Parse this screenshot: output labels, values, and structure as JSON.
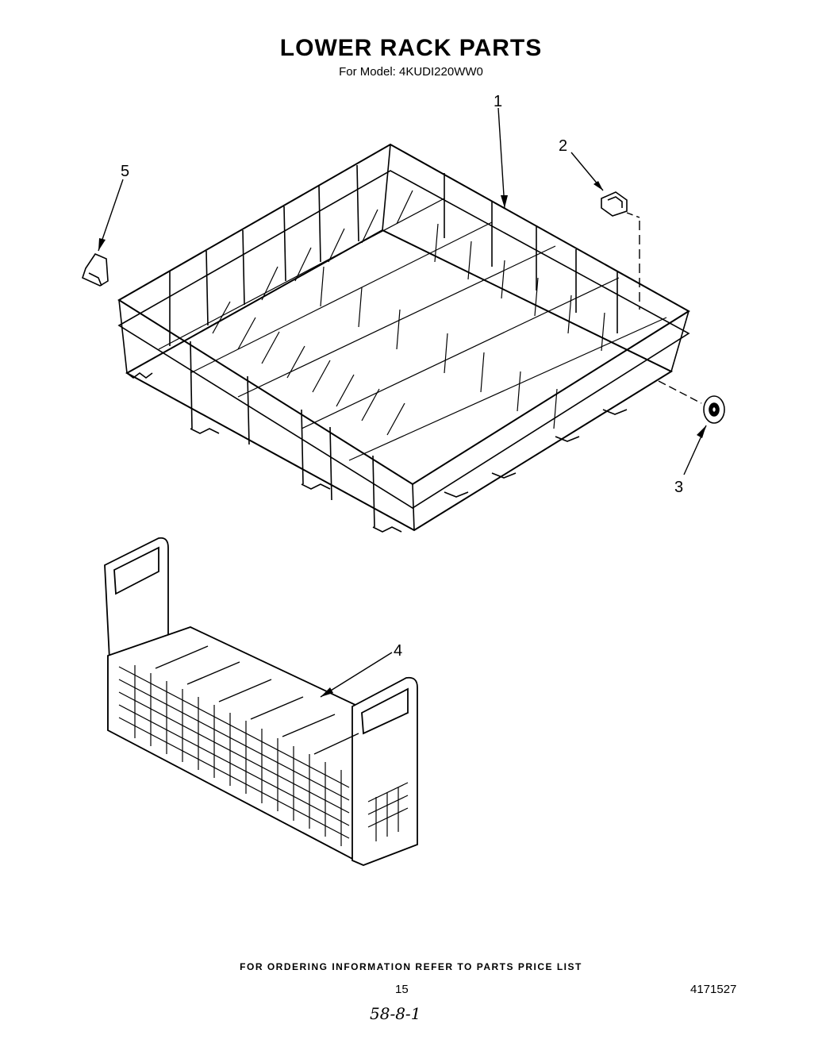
{
  "title": "LOWER RACK PARTS",
  "subtitle": "For Model: 4KUDI220WW0",
  "callouts": {
    "c1": "1",
    "c2": "2",
    "c3": "3",
    "c4": "4",
    "c5": "5"
  },
  "parts": [
    {
      "callout": "1",
      "icon": "lower-rack-wire-basket"
    },
    {
      "callout": "2",
      "icon": "rack-clip"
    },
    {
      "callout": "3",
      "icon": "roller-wheel"
    },
    {
      "callout": "4",
      "icon": "silverware-basket"
    },
    {
      "callout": "5",
      "icon": "rack-bumper"
    }
  ],
  "footer": {
    "ordering_note": "FOR ORDERING INFORMATION REFER TO PARTS PRICE LIST",
    "page_number": "15",
    "document_number": "4171527",
    "handwritten_note": "58-8-1"
  }
}
